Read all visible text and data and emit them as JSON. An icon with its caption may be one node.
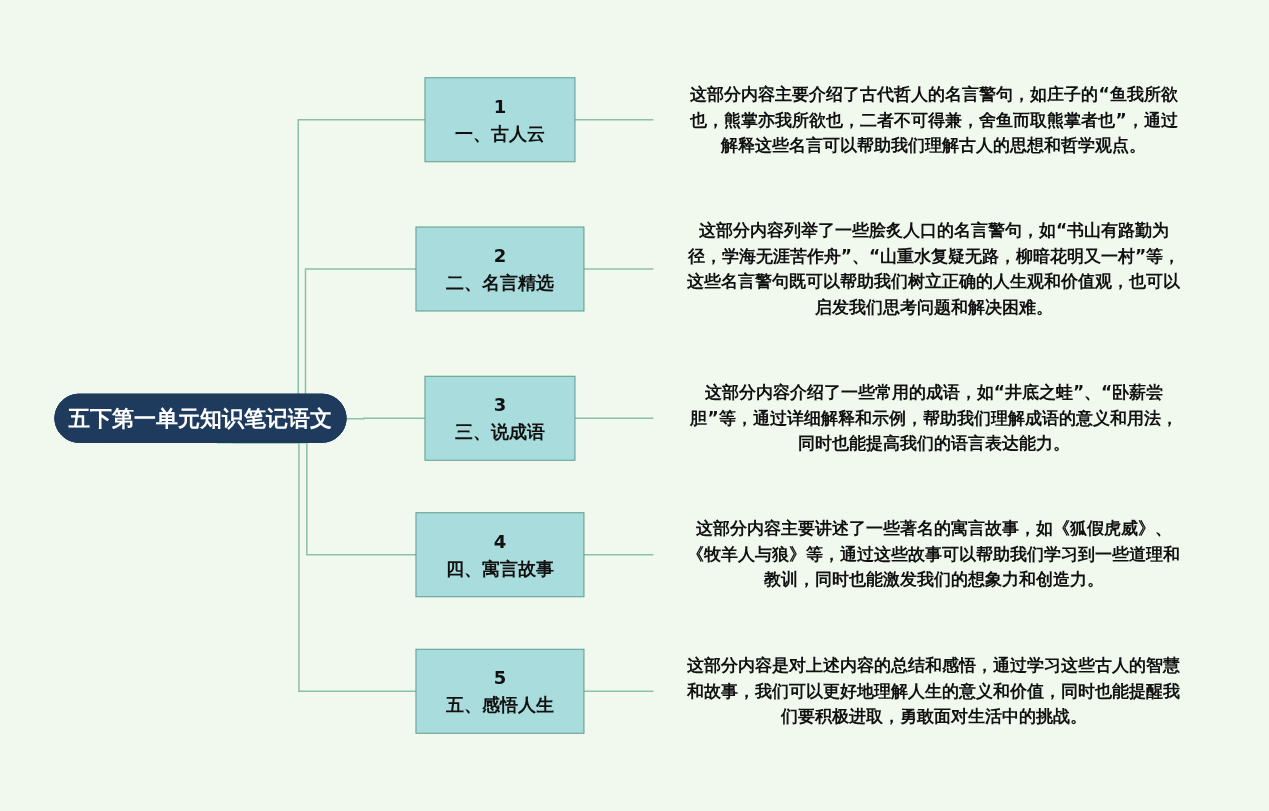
{
  "diagram": {
    "nodes": [
      {
        "text": [
          "五下第一单元知识笔记语文"
        ]
      },
      {
        "text": [
          "1",
          "一、古人云"
        ]
      },
      {
        "text": [
          "2",
          "二、名言精选"
        ]
      },
      {
        "text": [
          "3",
          "三、说成语"
        ]
      },
      {
        "text": [
          "4",
          "四、寓言故事"
        ]
      },
      {
        "text": [
          "5",
          "五、感悟人生"
        ]
      },
      {
        "text": [
          "这部分内容主要介绍了古代哲人的名言警句，如庄子的“鱼我所欲也，熊掌亦我所欲也，二者不可得兼，舍鱼而取熊掌者也”，通过解释这些名言可以帮助我们理解古人的思想和哲学观点。"
        ]
      },
      {
        "text": [
          "这部分内容列举了一些脍炙人口的名言警句，如“书山有路勤为径，学海无涯苦作舟”、“山重水复疑无路，柳暗花明又一村”等，这些名言警句既可以帮助我们树立正确的人生观和价值观，也可以启发我们思考问题和解决困难。"
        ]
      },
      {
        "text": [
          "这部分内容介绍了一些常用的成语，如“井底之蛙”、“卧薪尝胆”等，通过详细解释和示例，帮助我们理解成语的意义和用法，同时也能提高我们的语言表达能力。"
        ]
      },
      {
        "text": [
          "这部分内容主要讲述了一些著名的寓言故事，如《狐假虎威》、《牧羊人与狼》等，通过这些故事可以帮助我们学习到一些道理和教训，同时也能激发我们的想象力和创造力。"
        ]
      },
      {
        "text": [
          "这部分内容是对上述内容的总结和感悟，通过学习这些古人的智慧和故事，我们可以更好地理解人生的意义和价值，同时也能提醒我们要积极进取，勇敢面对生活中的挑战。"
        ]
      }
    ],
    "edges": [
      {
        "from": 0,
        "to": 1,
        "arrow": "none"
      },
      {
        "from": 0,
        "to": 2,
        "arrow": "none"
      },
      {
        "from": 0,
        "to": 3,
        "arrow": "none"
      },
      {
        "from": 0,
        "to": 4,
        "arrow": "none"
      },
      {
        "from": 0,
        "to": 5,
        "arrow": "none"
      },
      {
        "from": 1,
        "to": 6,
        "arrow": "none"
      },
      {
        "from": 2,
        "to": 7,
        "arrow": "none"
      },
      {
        "from": 3,
        "to": 8,
        "arrow": "none"
      },
      {
        "from": 4,
        "to": 9,
        "arrow": "none"
      },
      {
        "from": 5,
        "to": 10,
        "arrow": "none"
      }
    ]
  }
}
